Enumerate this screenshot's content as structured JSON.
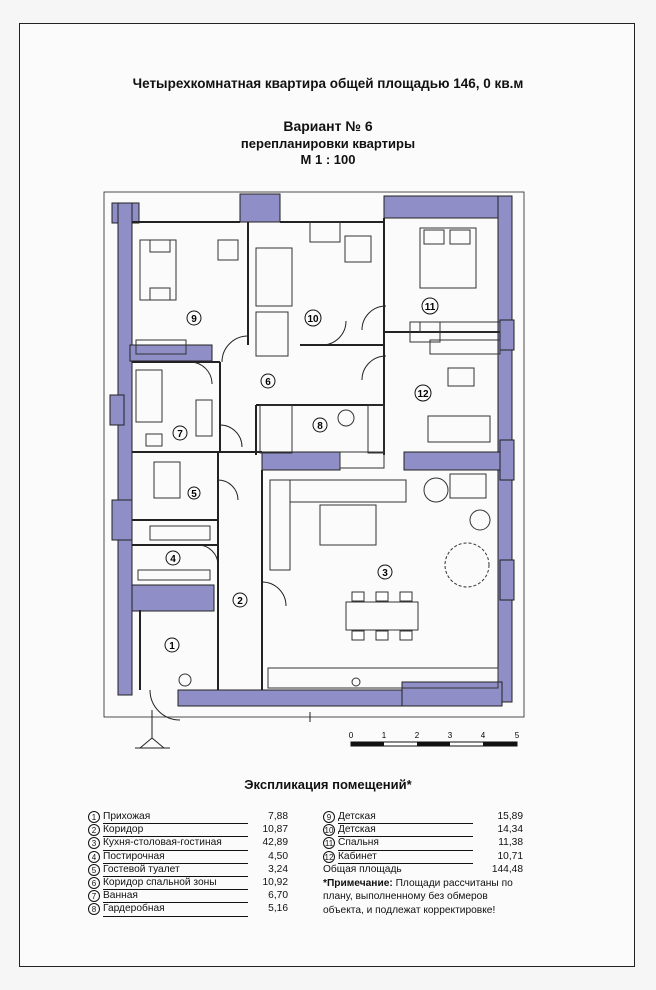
{
  "header": {
    "title": "Четырехкомнатная квартира общей площадью 146, 0 кв.м",
    "variant": "Вариант № 6",
    "subtitle": "перепланировки квартиры",
    "scale": "М 1 : 100"
  },
  "plan": {
    "rooms": [
      "1",
      "2",
      "3",
      "4",
      "5",
      "6",
      "7",
      "8",
      "9",
      "10",
      "11",
      "12"
    ],
    "scale_ticks": [
      "0",
      "1",
      "2",
      "3",
      "4",
      "5"
    ],
    "wall_color": "#8f8ec7"
  },
  "explication": {
    "title": "Экспликация помещений*",
    "col1": [
      {
        "n": "1",
        "name": "Прихожая",
        "area": "7,88"
      },
      {
        "n": "2",
        "name": "Коридор",
        "area": "10,87"
      },
      {
        "n": "3",
        "name": "Кухня-столовая-гостиная",
        "area": "42,89"
      },
      {
        "n": "4",
        "name": "Постирочная",
        "area": "4,50"
      },
      {
        "n": "5",
        "name": "Гостевой туалет",
        "area": "3,24"
      },
      {
        "n": "6",
        "name": "Коридор спальной зоны",
        "area": "10,92"
      },
      {
        "n": "7",
        "name": "Ванная",
        "area": "6,70"
      },
      {
        "n": "8",
        "name": "Гардеробная",
        "area": "5,16"
      }
    ],
    "col2": [
      {
        "n": "9",
        "name": "Детская",
        "area": "15,89"
      },
      {
        "n": "10",
        "name": "Детская",
        "area": "14,34"
      },
      {
        "n": "11",
        "name": "Спальня",
        "area": "11,38"
      },
      {
        "n": "12",
        "name": "Кабинет",
        "area": "10,71"
      }
    ],
    "total_label": "Общая площадь",
    "total_value": "144,48",
    "note_label": "*Примечание:",
    "note_lines": [
      " Площади рассчитаны по",
      "плану, выполненному без обмеров",
      "объекта, и подлежат корректировке!"
    ]
  }
}
